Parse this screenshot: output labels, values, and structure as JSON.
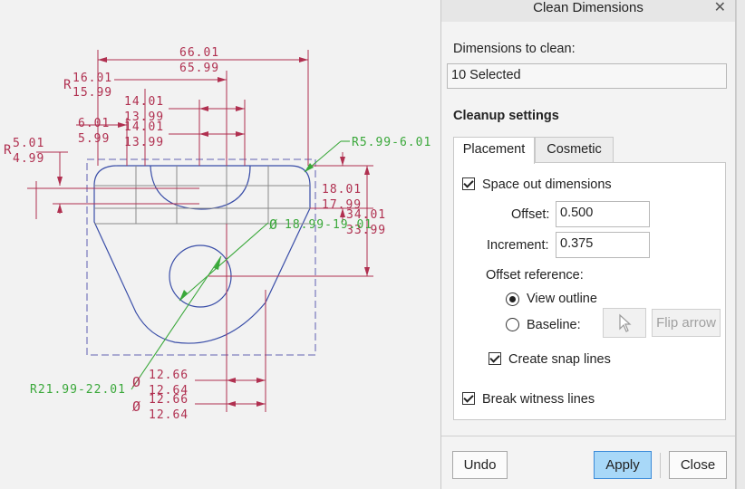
{
  "drawing": {
    "dims_red": [
      "66.01",
      "65.99",
      "R",
      "16.01",
      "15.99",
      "14.01",
      "13.99",
      "14.01",
      "13.99",
      "6.01",
      "5.99",
      "R",
      "5.01",
      "4.99",
      "18.01",
      "17.99",
      "34.01",
      "33.99",
      "12.66",
      "12.64",
      "12.66",
      "12.64"
    ],
    "dims_green": [
      "R5.99-6.01",
      "18.99-19.01",
      "R21.99-22.01"
    ],
    "diameter_symbol": "Ø"
  },
  "dialog": {
    "title": "Clean Dimensions",
    "close_glyph": "✕",
    "dims_to_clean_label": "Dimensions to clean:",
    "dims_to_clean_value": "10 Selected",
    "cleanup_settings_label": "Cleanup settings",
    "tabs": [
      "Placement",
      "Cosmetic"
    ],
    "active_tab": "Placement",
    "space_out_label": "Space out dimensions",
    "space_out_checked": true,
    "offset_label": "Offset:",
    "offset_value": "0.500",
    "increment_label": "Increment:",
    "increment_value": "0.375",
    "offset_reference_label": "Offset reference:",
    "view_outline_label": "View outline",
    "baseline_label": "Baseline:",
    "offset_reference_selected": "View outline",
    "flip_arrow_label": "Flip arrow",
    "create_snap_lines_label": "Create snap lines",
    "create_snap_lines_checked": true,
    "break_witness_label": "Break witness lines",
    "break_witness_checked": true,
    "undo_label": "Undo",
    "apply_label": "Apply",
    "close_label": "Close"
  },
  "colors": {
    "dimension": "#b03050",
    "geometry": "#3a4ea8",
    "green_dim": "#3aa83a",
    "view_outline": "#8080c0",
    "apply_button": "#a8d8f8"
  }
}
